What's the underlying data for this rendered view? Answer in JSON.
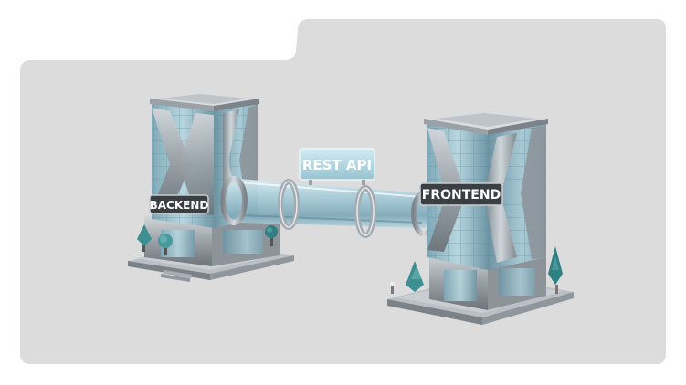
{
  "scene": {
    "backend_label": "BACKEND",
    "frontend_label": "FRONTEND",
    "bridge_label": "REST API"
  },
  "colors": {
    "page_background": "#ffffff",
    "panel_background": "#dcdcdc",
    "glass": "#9ec3cf",
    "metal": "#9ca3a9",
    "sign_background": "#3a3f44",
    "api_sign": "#b9dbe6",
    "tree": "#3f8f92"
  }
}
